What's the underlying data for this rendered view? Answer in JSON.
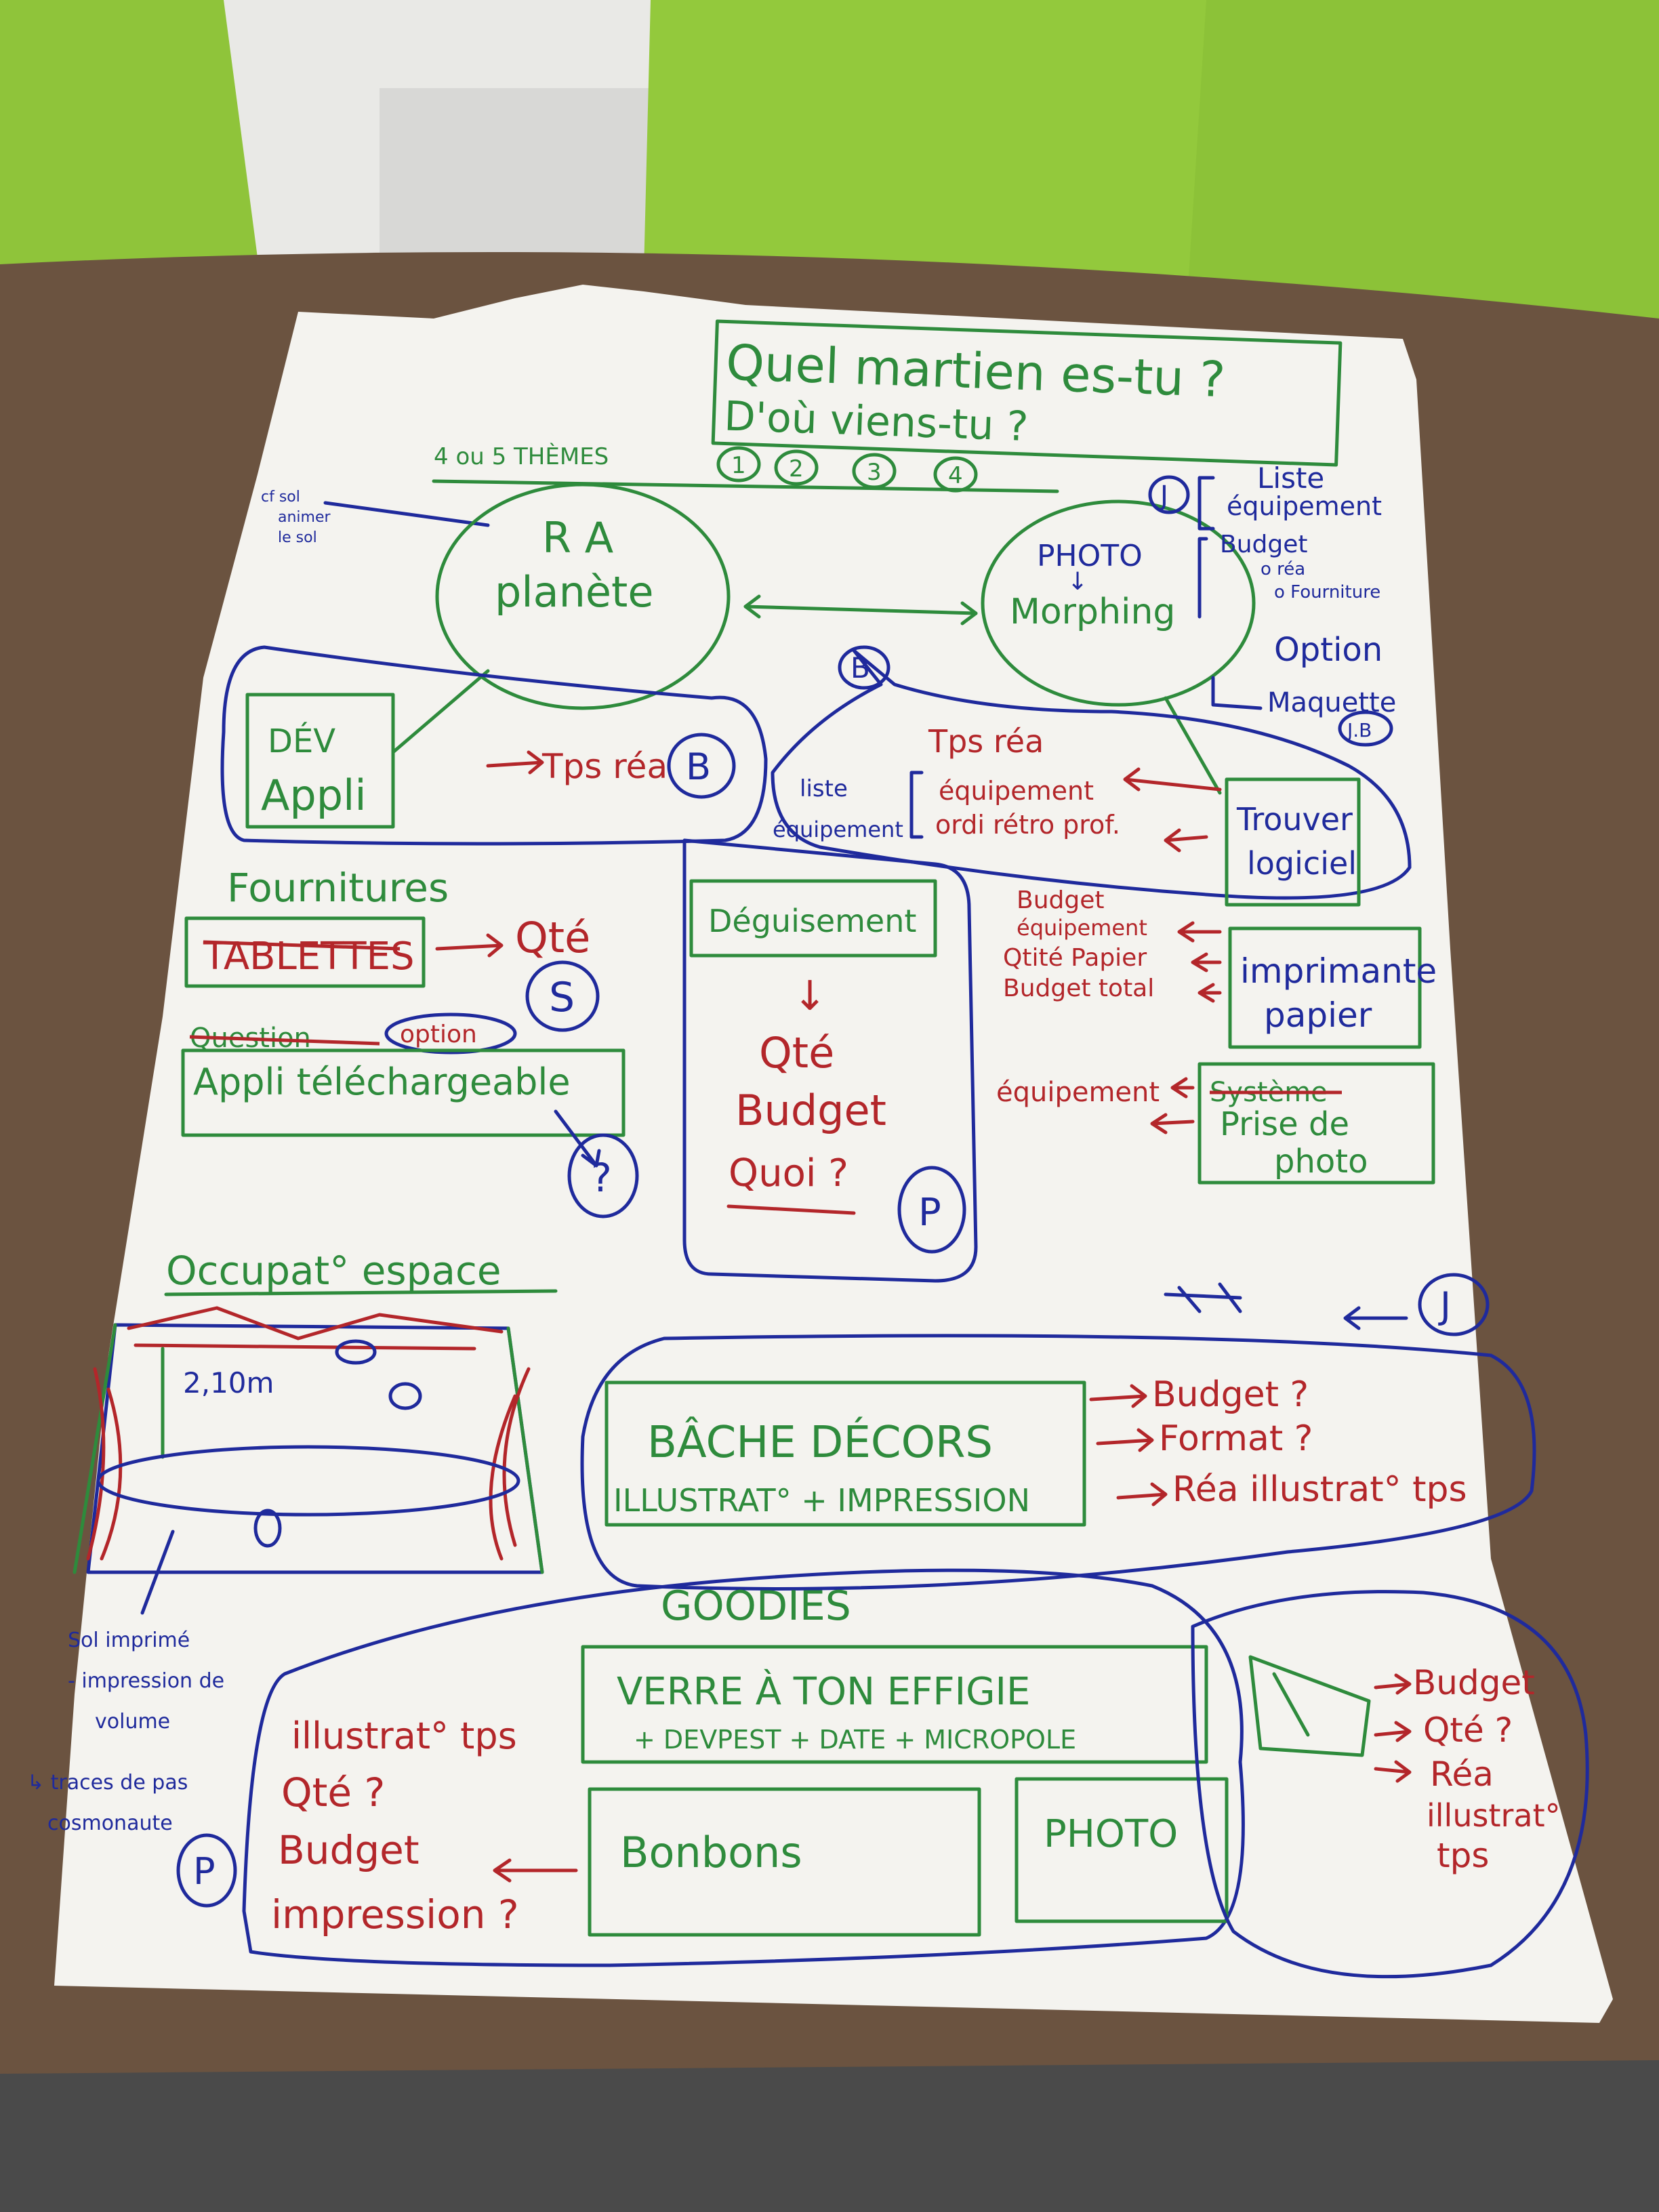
{
  "title": {
    "line1": "Quel martien es-tu ?",
    "line2": "D'où viens-tu ?"
  },
  "themes": {
    "label": "4 ou 5 THÈMES",
    "numbers": [
      "1",
      "2",
      "3",
      "4"
    ]
  },
  "sol_note": {
    "line1": "cf sol",
    "line2": "animer",
    "line3": "le sol"
  },
  "ra": {
    "line1": "R A",
    "line2": "planète"
  },
  "photo_morph": {
    "line1": "PHOTO",
    "arrow": "↓",
    "line2": "Morphing"
  },
  "right_list": {
    "badge": "J",
    "item1_line1": "Liste",
    "item1_line2": "équipement",
    "item2_line1": "Budget",
    "item2_line2": "o réa",
    "item2_line3": "o Fourniture",
    "item3": "Option",
    "item4": "Maquette",
    "item4_badge": "J.B"
  },
  "dev": {
    "line1": "DÉV",
    "line2": "Appli",
    "tps": "Tps réa",
    "badge": "B"
  },
  "logiciel": {
    "badge": "B",
    "tps": "Tps réa",
    "equip": "équipement",
    "ordi": "ordi rétro prof.",
    "liste_line1": "liste",
    "liste_line2": "équipement",
    "box_line1": "Trouver",
    "box_line2": "logiciel"
  },
  "fournitures": {
    "heading": "Fournitures",
    "tablettes": "TABLETTES",
    "qte": "Qté",
    "badge": "S",
    "question": "Question",
    "option": "option",
    "appli": "Appli téléchargeable",
    "badge2": "?"
  },
  "deguisement": {
    "box": "Déguisement",
    "arrow": "↓",
    "qte": "Qté",
    "budget": "Budget",
    "quoi": "Quoi ?",
    "badge": "P"
  },
  "imprimante": {
    "budget_line1": "Budget",
    "budget_line2": "équipement",
    "qte_papier": "Qtité Papier",
    "budget_total": "Budget total",
    "box_line1": "imprimante",
    "box_line2": "papier"
  },
  "prise_photo": {
    "equipement": "équipement",
    "crossed": "Système",
    "line1": "Prise de",
    "line2": "photo"
  },
  "occupation": {
    "heading": "Occupat° espace",
    "dimension": "2,10m",
    "sol_line1": "Sol imprimé",
    "sol_line2": "- impression de",
    "sol_line3": "volume",
    "sol_line4": "↳ traces de pas",
    "sol_line5": "cosmonaute"
  },
  "bache": {
    "badge": "J",
    "line1": "BÂCHE DÉCORS",
    "line2": "ILLUSTRAT° + IMPRESSION",
    "budget": "Budget ?",
    "format": "Format ?",
    "rea": "Réa illustrat° tps"
  },
  "goodies": {
    "heading": "GOODIES",
    "verre_line1": "VERRE À TON EFFIGIE",
    "verre_line2": "+ DEVPEST + DATE + MICROPOLE",
    "bonbons": "Bonbons",
    "photo": "PHOTO",
    "left_line1": "illustrat° tps",
    "left_line2": "Qté ?",
    "left_line3": "Budget",
    "left_line4": "impression ?",
    "badge": "P",
    "right_line1": "Budget",
    "right_line2": "Qté ?",
    "right_line3": "Réa",
    "right_line4": "illustrat°",
    "right_line5": "tps"
  },
  "colors": {
    "green_ink": "#2e8b3c",
    "blue_ink": "#1f2a9c",
    "red_ink": "#b3262a",
    "paper": "#f4f3ef",
    "table": "#6b5340",
    "cushion": "#8fc43a"
  }
}
